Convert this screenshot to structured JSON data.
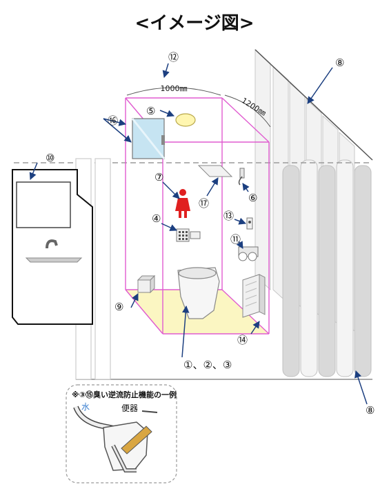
{
  "title": "<イメージ図>",
  "dimensions": {
    "width_label": "1000㎜",
    "depth_label": "1200㎜"
  },
  "callouts": {
    "c1": "①、②、③",
    "c4": "④",
    "c5": "⑤",
    "c6": "⑥",
    "c7": "⑦",
    "c8_top": "⑧",
    "c8_bottom": "⑧",
    "c9": "⑨",
    "c10": "⑩",
    "c11": "⑪",
    "c12": "⑫",
    "c13": "⑬",
    "c14": "⑭",
    "c16": "⑯",
    "c17": "⑰"
  },
  "inset": {
    "caption": "※③⑮臭い逆流防止機能の一例",
    "water_label": "水",
    "toilet_label": "便器"
  },
  "colors": {
    "pink": "#e05bd0",
    "floor": "#fbf6c2",
    "sign_red": "#e02020",
    "water_blue": "#3a7fd0"
  }
}
